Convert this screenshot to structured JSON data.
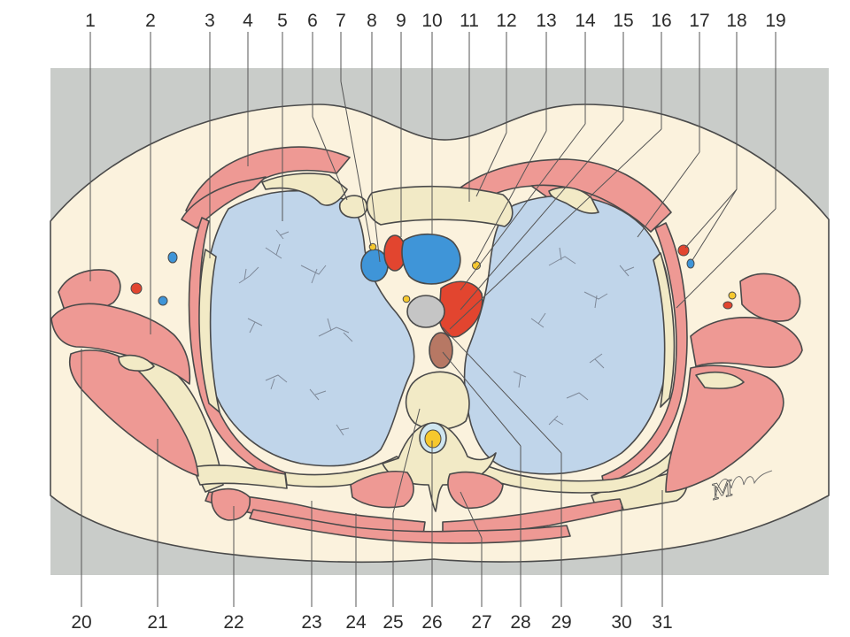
{
  "diagram": {
    "top_labels": [
      "1",
      "2",
      "3",
      "4",
      "5",
      "6",
      "7",
      "8",
      "9",
      "10",
      "11",
      "12",
      "13",
      "14",
      "15",
      "16",
      "17",
      "18",
      "19"
    ],
    "bottom_labels": [
      "20",
      "21",
      "22",
      "23",
      "24",
      "25",
      "26",
      "27",
      "28",
      "29",
      "30",
      "31"
    ],
    "colors": {
      "background_box": "#c9ccc9",
      "skin": "#fbf2dd",
      "muscle": "#ee9994",
      "muscle_dark": "#d9716c",
      "lung": "#c0d5ea",
      "bone": "#f2eac6",
      "artery": "#e2452f",
      "vein": "#3f95d8",
      "nerve": "#f6c82e",
      "trachea": "#c5c5c5",
      "esophagus": "#b77864"
    }
  }
}
